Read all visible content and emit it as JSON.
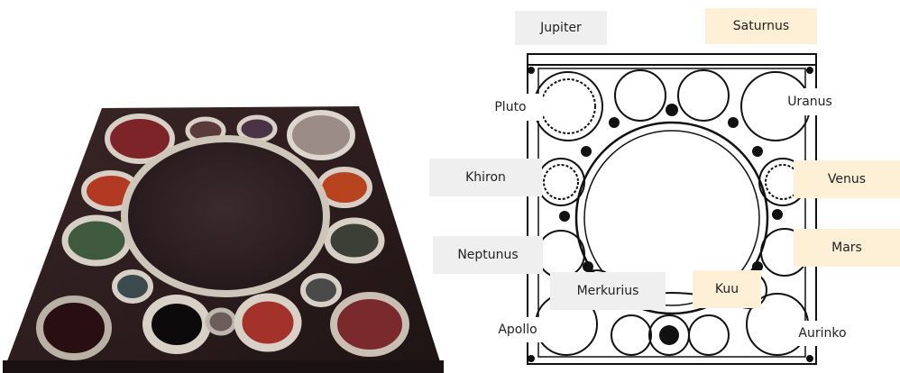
{
  "labels": {
    "jupiter": "Jupiter",
    "saturnus": "Saturnus",
    "pluto": "Pluto",
    "uranus": "Uranus",
    "khiron": "Khiron",
    "venus": "Venus",
    "neptunus": "Neptunus",
    "mars": "Mars",
    "merkurius": "Merkurius",
    "kuu": "Kuu",
    "apollo": "Apollo",
    "aurinko": "Aurinko"
  },
  "colors": {
    "gray_label_bg": "#efefef",
    "yellow_label_bg": "#fdf0d6",
    "marble_dark": "#2a1d1d",
    "marble_white": "#d8d2ca",
    "inlay_red": "#a23a2a",
    "inlay_green": "#3f5a3e"
  }
}
